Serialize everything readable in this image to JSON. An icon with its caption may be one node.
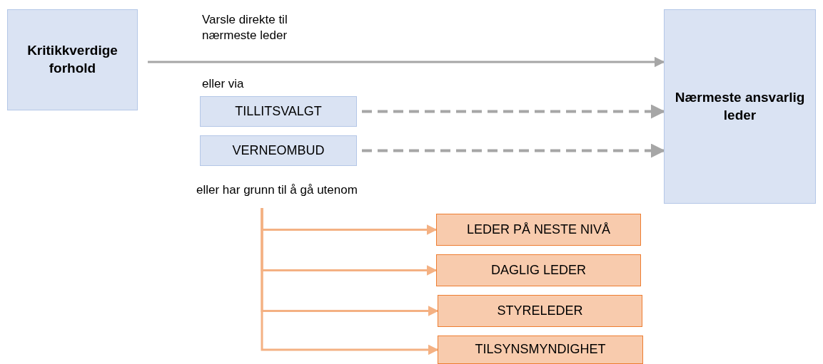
{
  "diagram": {
    "nodes": [
      {
        "text": [
          "Kritikkverdige forhold"
        ]
      },
      {
        "text": [
          "Nærmeste ansvarlig leder"
        ]
      },
      {
        "text": [
          "TILLITSVALGT"
        ]
      },
      {
        "text": [
          "VERNEOMBUD"
        ]
      },
      {
        "text": [
          "LEDER PÅ NESTE NIVÅ"
        ]
      },
      {
        "text": [
          "DAGLIG LEDER"
        ]
      },
      {
        "text": [
          "STYRELEDER"
        ]
      },
      {
        "text": [
          "TILSYNSMYNDIGHET"
        ]
      },
      {
        "text": [
          "eller har grunn til å gå utenom"
        ]
      }
    ],
    "edges": [
      {
        "from": 0,
        "to": 1,
        "arrow": "to",
        "label": "Varsle direkte til nærmeste leder",
        "color": "#a6a6a6"
      },
      {
        "from": 2,
        "to": 1,
        "arrow": "to",
        "style": "dashed",
        "color": "#a6a6a6"
      },
      {
        "from": 3,
        "to": 1,
        "arrow": "to",
        "style": "dashed",
        "color": "#a6a6a6"
      },
      {
        "from": 8,
        "to": 4,
        "arrow": "to"
      },
      {
        "from": 8,
        "to": 5,
        "arrow": "to"
      },
      {
        "from": 8,
        "to": 6,
        "arrow": "to"
      },
      {
        "from": 8,
        "to": 7,
        "arrow": "to"
      }
    ],
    "labels": [
      "eller via"
    ]
  }
}
